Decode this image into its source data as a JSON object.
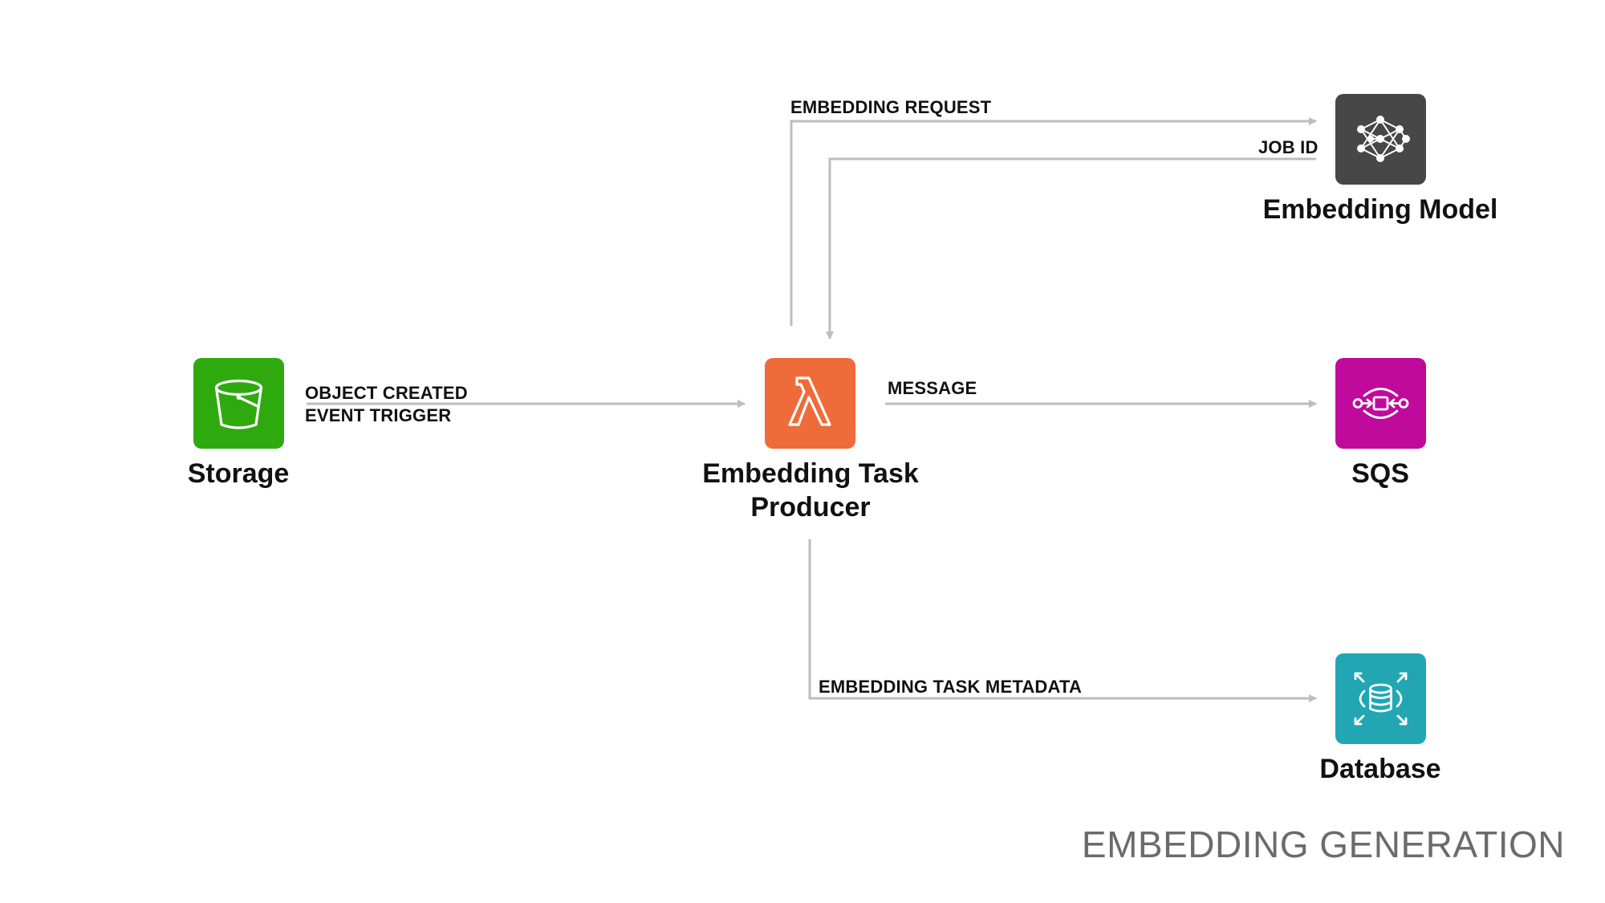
{
  "colors": {
    "storage": "#2eaa0f",
    "producer": "#ef6b3a",
    "model": "#474747",
    "sqs": "#bf0a9c",
    "database": "#22a6b3",
    "arrow": "#bdbdbd",
    "footer": "#6b6b6b"
  },
  "nodes": {
    "storage": {
      "label": "Storage",
      "icon": "bucket-icon"
    },
    "producer": {
      "label_line1": "Embedding Task",
      "label_line2": "Producer",
      "icon": "lambda-icon"
    },
    "model": {
      "label": "Embedding Model",
      "icon": "neural-network-icon"
    },
    "sqs": {
      "label": "SQS",
      "icon": "queue-icon"
    },
    "database": {
      "label": "Database",
      "icon": "database-icon"
    }
  },
  "edges": {
    "object_created_line1": "OBJECT CREATED",
    "object_created_line2": "EVENT TRIGGER",
    "embedding_request": "EMBEDDING REQUEST",
    "job_id": "JOB ID",
    "message": "MESSAGE",
    "embedding_task_metadata": "EMBEDDING TASK METADATA"
  },
  "footer": {
    "title": "EMBEDDING GENERATION"
  }
}
